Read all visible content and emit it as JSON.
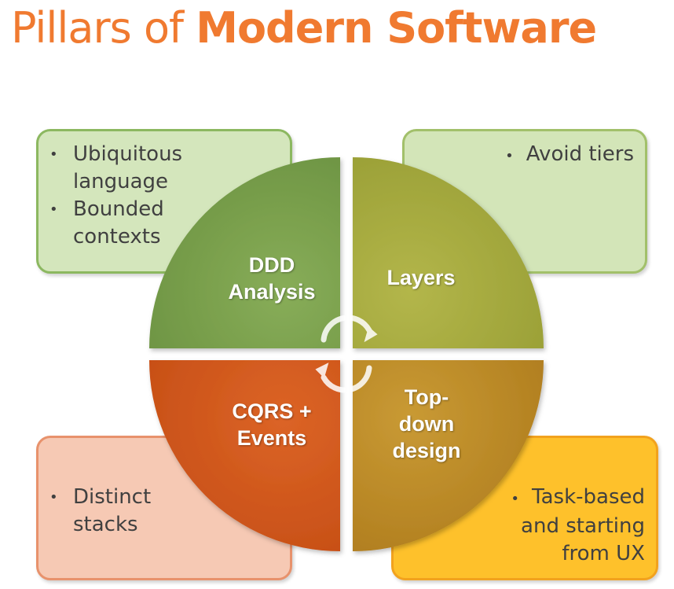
{
  "title": {
    "light": "Pillars of ",
    "bold": "Modern Software"
  },
  "colors": {
    "title": "#f07a30",
    "q_tl": "#769c4a",
    "q_tr": "#a2a83c",
    "q_bl": "#d1571c",
    "q_br": "#bb8824",
    "box_tl": "#d4e6bc",
    "box_tr": "#d3e5b8",
    "box_bl": "#f6c9b4",
    "box_br": "#fec12b"
  },
  "quadrants": {
    "tl": {
      "line1": "DDD",
      "line2": "Analysis"
    },
    "tr": {
      "line1": "Layers"
    },
    "bl": {
      "line1": "CQRS +",
      "line2": "Events"
    },
    "br": {
      "line1": "Top-",
      "line2": "down",
      "line3": "design"
    }
  },
  "boxes": {
    "tl": [
      "Ubiquitous language",
      "Bounded contexts"
    ],
    "tr": [
      "Avoid tiers"
    ],
    "bl": [
      "Distinct stacks"
    ],
    "br": [
      "Task-based and starting from UX"
    ]
  },
  "icons": {
    "center": "cycle-arrows-icon"
  }
}
